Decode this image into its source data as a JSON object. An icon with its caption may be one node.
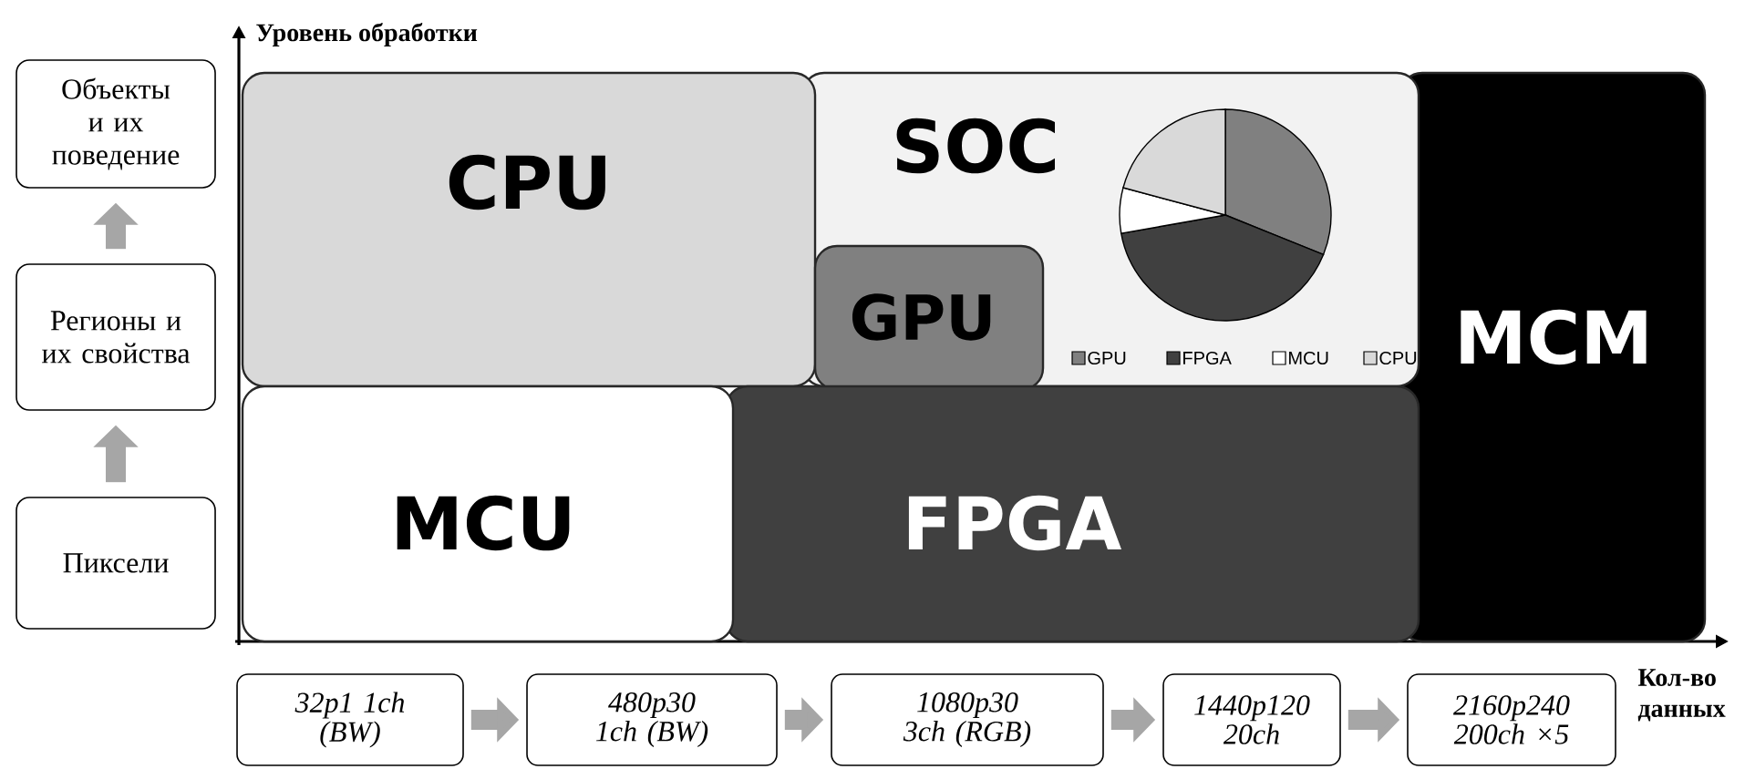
{
  "diagram": {
    "nodes": [
      {
        "text": [
          "Объекты и их поведение"
        ]
      },
      {
        "text": [
          "Регионы и их свойства"
        ]
      },
      {
        "text": [
          "Пиксели"
        ]
      },
      {
        "text": [
          "CPU"
        ]
      },
      {
        "text": [
          "SOC"
        ]
      },
      {
        "text": [
          "GPU"
        ],
        "in": 4
      },
      {
        "text": [
          "MCM"
        ]
      },
      {
        "text": [
          "MCU"
        ]
      },
      {
        "text": [
          "FPGA"
        ]
      },
      {
        "text": [
          "32p1 1ch (BW)"
        ]
      },
      {
        "text": [
          "480p30 1ch (BW)"
        ]
      },
      {
        "text": [
          "1080p30 3ch (RGB)"
        ]
      },
      {
        "text": [
          "1440p120 20ch"
        ]
      },
      {
        "text": [
          "2160p240 200ch ×5"
        ]
      }
    ],
    "edges": [
      {
        "from": 2,
        "to": 1,
        "arrow": "to"
      },
      {
        "from": 1,
        "to": 0,
        "arrow": "to"
      },
      {
        "from": 9,
        "to": 10,
        "arrow": "to"
      },
      {
        "from": 10,
        "to": 11,
        "arrow": "to"
      },
      {
        "from": 11,
        "to": 12,
        "arrow": "to"
      },
      {
        "from": 12,
        "to": 13,
        "arrow": "to"
      }
    ],
    "labels": [
      "Уровень обработки",
      "Кол-во данных"
    ],
    "legend": [
      {
        "text": "GPU",
        "color": "#808080"
      },
      {
        "text": "FPGA",
        "color": "#404040"
      },
      {
        "text": "MCU",
        "color": "#ffffff"
      },
      {
        "text": "CPU",
        "color": "#d9d9d9"
      }
    ]
  }
}
